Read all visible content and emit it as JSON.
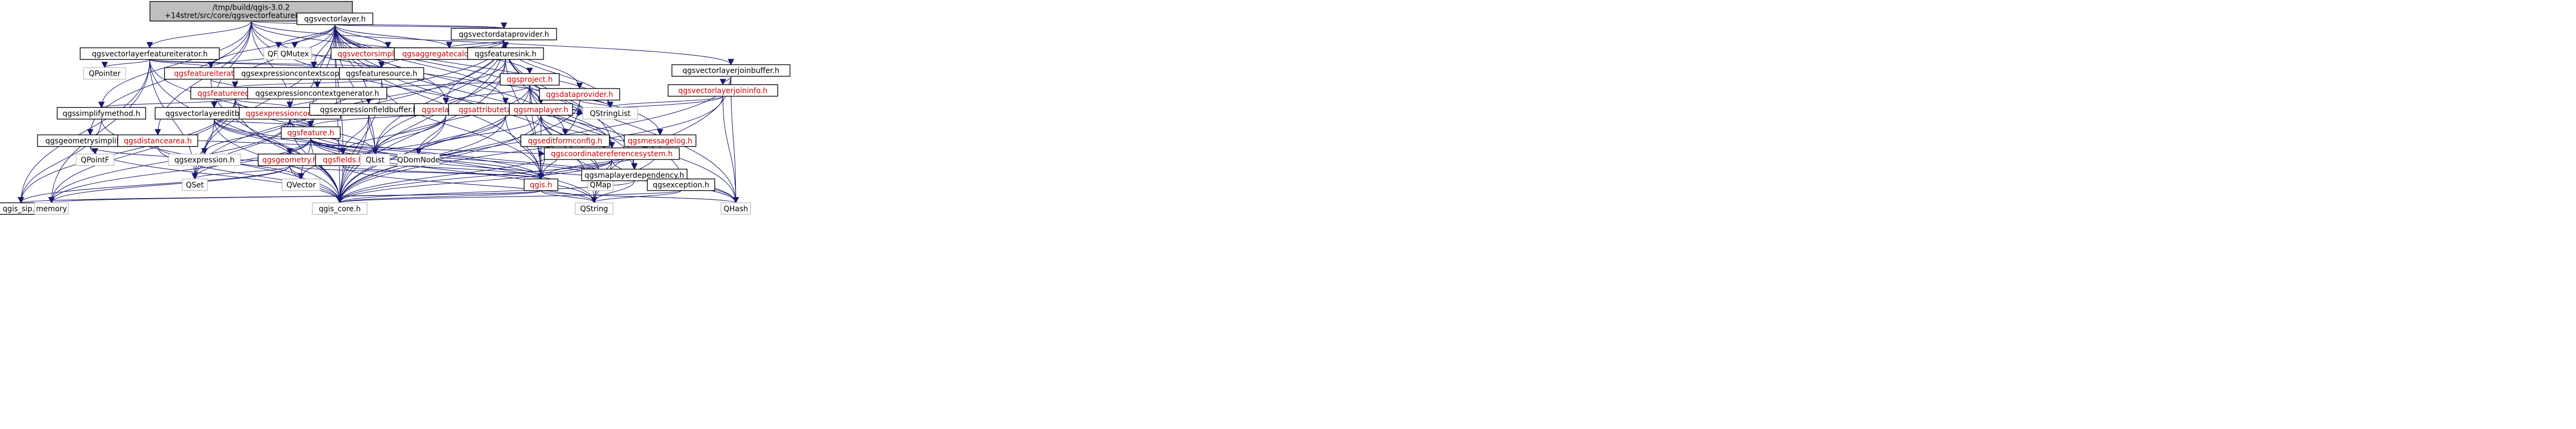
{
  "diagram": {
    "colors": {
      "root_fill": "#bfbfbf",
      "node_fill": "#ffffff",
      "node_stroke": "#000000",
      "edge": "#191970",
      "link_text": "#000000",
      "red_text": "#cc0000",
      "grey_text": "#777777"
    },
    "nodes": [
      {
        "id": "root",
        "lines": [
          "/tmp/build/qgis-3.0.2",
          "+14stret/src/core/qgsvectorfeatureiterator.cpp"
        ],
        "style": "root"
      },
      {
        "id": "qgsvectorlayer",
        "lines": [
          "qgsvectorlayer.h"
        ],
        "style": "link"
      },
      {
        "id": "qgsvectordataprovider",
        "lines": [
          "qgsvectordataprovider.h"
        ],
        "style": "link"
      },
      {
        "id": "qgsvectorlayerfeatureiterator",
        "lines": [
          "qgsvectorlayerfeatureiterator.h"
        ],
        "style": "link"
      },
      {
        "id": "qfont",
        "lines": [
          "QFont"
        ],
        "style": "system"
      },
      {
        "id": "qmutex",
        "lines": [
          "QMutex"
        ],
        "style": "system"
      },
      {
        "id": "qgsvectorsimplifymethod",
        "lines": [
          "qgsvectorsimplifymethod.h"
        ],
        "style": "red"
      },
      {
        "id": "qgsaggregatecalculator",
        "lines": [
          "qgsaggregatecalculator.h"
        ],
        "style": "red"
      },
      {
        "id": "qgsfeaturesink",
        "lines": [
          "qgsfeaturesink.h"
        ],
        "style": "link"
      },
      {
        "id": "qgsproject",
        "lines": [
          "qgsproject.h"
        ],
        "style": "red"
      },
      {
        "id": "qgsvectorlayerjoinbuffer",
        "lines": [
          "qgsvectorlayerjoinbuffer.h"
        ],
        "style": "link"
      },
      {
        "id": "qpointer",
        "lines": [
          "QPointer"
        ],
        "style": "system"
      },
      {
        "id": "qgsfeatureiterator",
        "lines": [
          "qgsfeatureiterator.h"
        ],
        "style": "red"
      },
      {
        "id": "qgsexpressioncontextscopegenerator",
        "lines": [
          "qgsexpressioncontextscopegenerator.h"
        ],
        "style": "link"
      },
      {
        "id": "qgsfeaturesource",
        "lines": [
          "qgsfeaturesource.h"
        ],
        "style": "link"
      },
      {
        "id": "qgsfeaturerequest",
        "lines": [
          "qgsfeaturerequest.h"
        ],
        "style": "red"
      },
      {
        "id": "qgsexpressioncontextgenerator",
        "lines": [
          "qgsexpressioncontextgenerator.h"
        ],
        "style": "link"
      },
      {
        "id": "qgsvectorlayerjoininfo",
        "lines": [
          "qgsvectorlayerjoininfo.h"
        ],
        "style": "red"
      },
      {
        "id": "qgsdataprovider",
        "lines": [
          "qgsdataprovider.h"
        ],
        "style": "red"
      },
      {
        "id": "qgssimplifymethod",
        "lines": [
          "qgssimplifymethod.h"
        ],
        "style": "link"
      },
      {
        "id": "qgsvectorlayereditbuffer",
        "lines": [
          "qgsvectorlayereditbuffer.h"
        ],
        "style": "link"
      },
      {
        "id": "qgsexpressioncontext",
        "lines": [
          "qgsexpressioncontext.h"
        ],
        "style": "red"
      },
      {
        "id": "qgsexpressionfieldbuffer",
        "lines": [
          "qgsexpressionfieldbuffer.h"
        ],
        "style": "link"
      },
      {
        "id": "qgsrelation",
        "lines": [
          "qgsrelation.h"
        ],
        "style": "red"
      },
      {
        "id": "qgsattributetableconfig",
        "lines": [
          "qgsattributetableconfig.h"
        ],
        "style": "red"
      },
      {
        "id": "qgsmaplayer",
        "lines": [
          "qgsmaplayer.h"
        ],
        "style": "red"
      },
      {
        "id": "qstringlist",
        "lines": [
          "QStringList"
        ],
        "style": "system"
      },
      {
        "id": "qgsfeature",
        "lines": [
          "qgsfeature.h"
        ],
        "style": "red"
      },
      {
        "id": "qgsgeometrysimplifier",
        "lines": [
          "qgsgeometrysimplifier.h"
        ],
        "style": "link"
      },
      {
        "id": "qgsdistancearea",
        "lines": [
          "qgsdistancearea.h"
        ],
        "style": "red"
      },
      {
        "id": "qgseditformconfig",
        "lines": [
          "qgseditformconfig.h"
        ],
        "style": "red"
      },
      {
        "id": "qgsmessagelog",
        "lines": [
          "qgsmessagelog.h"
        ],
        "style": "red"
      },
      {
        "id": "qgsexpression",
        "lines": [
          "qgsexpression.h"
        ],
        "style": "system"
      },
      {
        "id": "qgsgeometry",
        "lines": [
          "qgsgeometry.h"
        ],
        "style": "red"
      },
      {
        "id": "qgsfields",
        "lines": [
          "qgsfields.h"
        ],
        "style": "red"
      },
      {
        "id": "qdomnode",
        "lines": [
          "QDomNode"
        ],
        "style": "system"
      },
      {
        "id": "qgscoordinatereferencesystem",
        "lines": [
          "qgscoordinatereferencesystem.h"
        ],
        "style": "red"
      },
      {
        "id": "qpointf",
        "lines": [
          "QPointF"
        ],
        "style": "system"
      },
      {
        "id": "qset",
        "lines": [
          "QSet"
        ],
        "style": "system"
      },
      {
        "id": "qvector",
        "lines": [
          "QVector"
        ],
        "style": "system"
      },
      {
        "id": "qgis",
        "lines": [
          "qgis.h"
        ],
        "style": "red"
      },
      {
        "id": "qmap",
        "lines": [
          "QMap"
        ],
        "style": "system"
      },
      {
        "id": "qgsmaplayerdependency",
        "lines": [
          "qgsmaplayerdependency.h"
        ],
        "style": "link"
      },
      {
        "id": "qgsexception",
        "lines": [
          "qgsexception.h"
        ],
        "style": "link"
      },
      {
        "id": "qlist",
        "lines": [
          "QList"
        ],
        "style": "system"
      },
      {
        "id": "qgis_sip",
        "lines": [
          "qgis_sip.h"
        ],
        "style": "link"
      },
      {
        "id": "memory",
        "lines": [
          "memory"
        ],
        "style": "system"
      },
      {
        "id": "qgis_core",
        "lines": [
          "qgis_core.h"
        ],
        "style": "system"
      },
      {
        "id": "qstring",
        "lines": [
          "QString"
        ],
        "style": "system"
      },
      {
        "id": "qhash",
        "lines": [
          "QHash"
        ],
        "style": "system"
      }
    ]
  }
}
